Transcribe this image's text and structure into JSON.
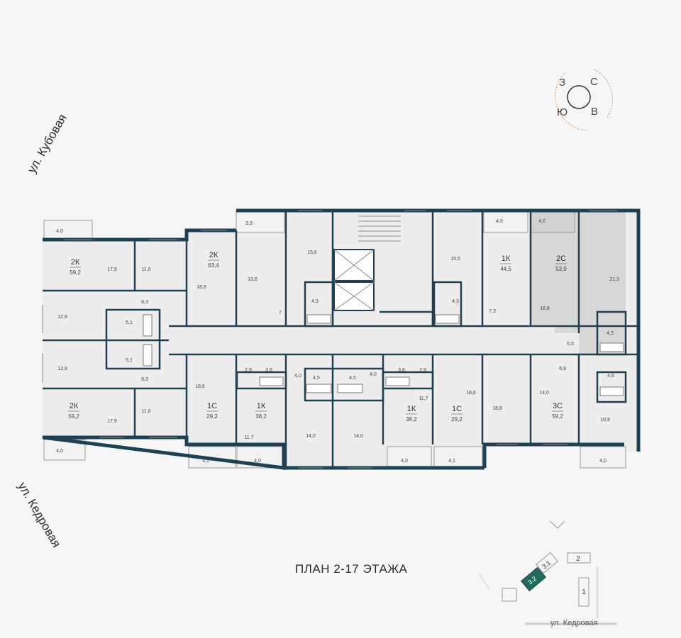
{
  "streets": {
    "top": "ул. Кубовая",
    "bottom": "ул. Кедровая"
  },
  "title": "ПЛАН 2-17 ЭТАЖА",
  "compass": {
    "west": "З",
    "north": "С",
    "south": "Ю",
    "east": "В"
  },
  "apartments": [
    {
      "type": "2К",
      "area": "59,2"
    },
    {
      "type": "2К",
      "area": "63,4"
    },
    {
      "type": "1К",
      "area": "44,5"
    },
    {
      "type": "2С",
      "area": "53,9"
    },
    {
      "type": "2К",
      "area": "59,2"
    },
    {
      "type": "1С",
      "area": "29,2"
    },
    {
      "type": "1К",
      "area": "38,2"
    },
    {
      "type": "1К",
      "area": "38,2"
    },
    {
      "type": "1С",
      "area": "29,2"
    },
    {
      "type": "3С",
      "area": "59,2"
    }
  ],
  "rooms": [
    "4,0",
    "17,9",
    "11,0",
    "8,3",
    "12,9",
    "5,1",
    "5,1",
    "12,9",
    "8,3",
    "17,9",
    "11,0",
    "4,0",
    "3,9",
    "18,8",
    "13,8",
    "15,6",
    "4,3",
    "7",
    "15,5",
    "4,0",
    "4,3",
    "7,3",
    "4,0",
    "21,3",
    "18,8",
    "4,3",
    "5,5",
    "18,6",
    "2,9",
    "3,6",
    "4,0",
    "4,5",
    "4,5",
    "4,0",
    "3,6",
    "2,9",
    "18,6",
    "11,7",
    "14,0",
    "14,0",
    "11,7",
    "6,9",
    "14,0",
    "4,6",
    "18,8",
    "10,9",
    "4,1",
    "4,0",
    "4,0",
    "4,1",
    "4,0"
  ],
  "siteplan": {
    "street": "ул. Кедровая",
    "b1": "1",
    "b2": "2",
    "b31": "3.1",
    "b32": "3.2"
  }
}
